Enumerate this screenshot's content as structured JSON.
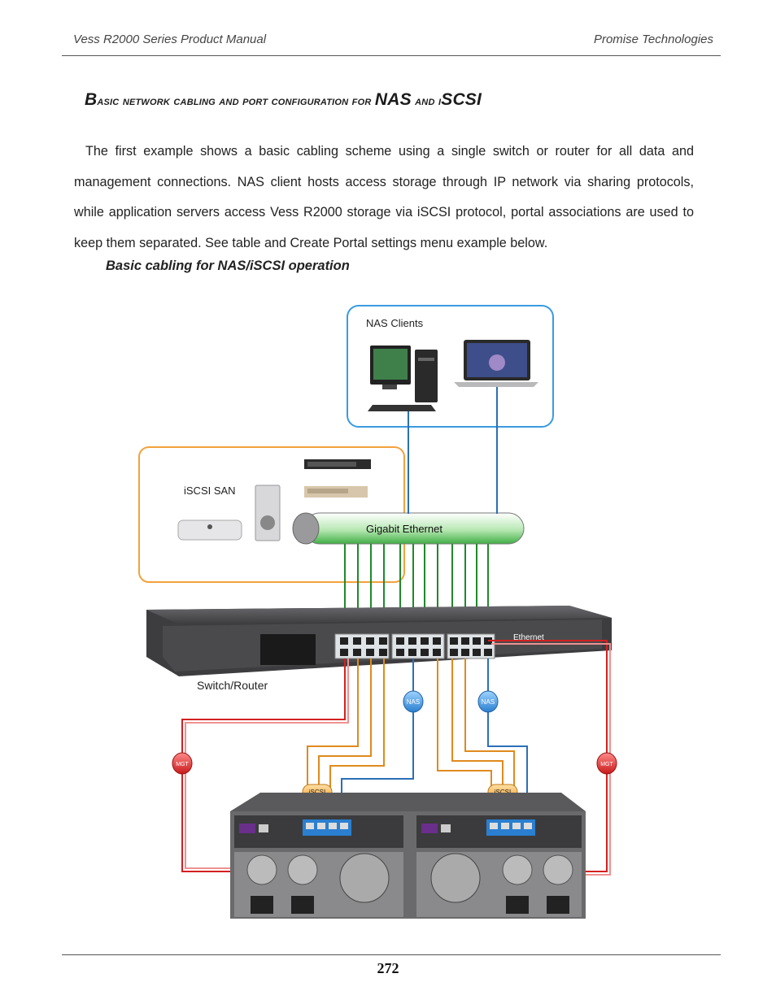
{
  "header": {
    "left": "Vess R2000 Series Product Manual",
    "right": "Promise Technologies"
  },
  "section": {
    "title_parts": [
      "B",
      "asic network cabling and port configuration for ",
      "NAS",
      " and i",
      "SCSI"
    ]
  },
  "body": {
    "paragraph": "The first example shows a basic cabling scheme using a single switch or router for all data and management connections. NAS client hosts access storage through IP network via sharing protocols, while application servers access Vess R2000 storage via iSCSI protocol, portal associations are used to keep them separated.  See table and Create Portal settings menu example below."
  },
  "figure": {
    "caption": "Basic cabling for NAS/iSCSI operation",
    "labels": {
      "nas_clients": "NAS Clients",
      "iscsi_san": "iSCSI SAN",
      "gigabit_ethernet": "Gigabit Ethernet",
      "ethernet": "Ethernet",
      "switch_router": "Switch/Router",
      "nas_tag": "NAS",
      "mgt_tag": "MGT",
      "iscsi_tag": "iSCSI"
    },
    "colors": {
      "nas_group_border": "#3a9be0",
      "san_group_border": "#f2a23c",
      "ethernet_bus": "#5cc75c",
      "cable_green": "#1f8a2a",
      "cable_orange": "#e08a1e",
      "cable_blue": "#2a6fb8",
      "cable_red": "#d42020",
      "switch_body": "#4a4a4c",
      "enclosure": "#3b3b3d"
    }
  },
  "footer": {
    "page_number": "272"
  }
}
